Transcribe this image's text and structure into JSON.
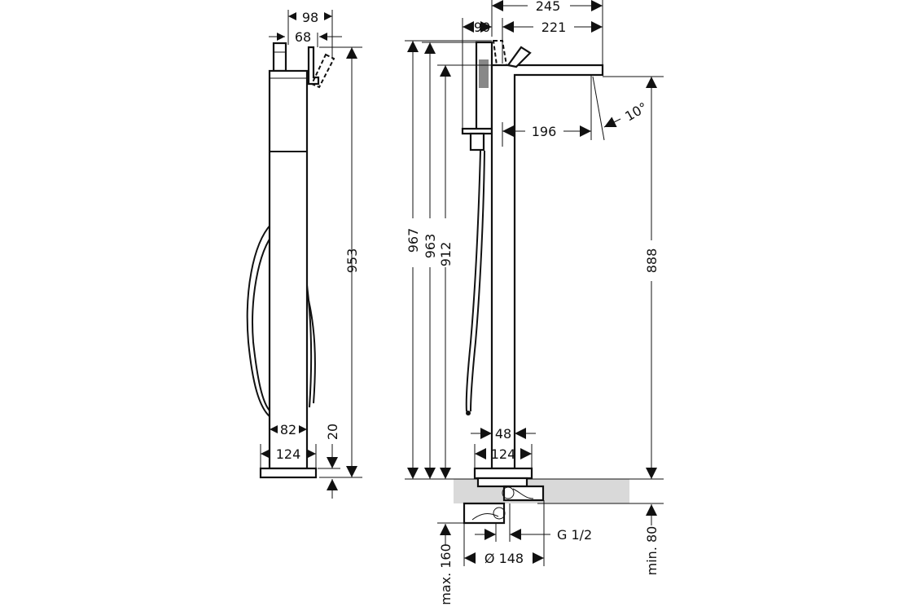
{
  "drawing": {
    "side_view": {
      "dimensions": {
        "lever_reach_outer": "98",
        "lever_reach_inner": "68",
        "total_height": "953",
        "base_height": "20",
        "column_width": "82",
        "base_width": "124"
      }
    },
    "front_view": {
      "dimensions": {
        "spout_total": "245",
        "spout_reach": "221",
        "handshower_offset": "90",
        "spout_inner": "196",
        "spout_angle": "10°",
        "height_967": "967",
        "height_963": "963",
        "height_912": "912",
        "spout_height": "888",
        "column_width": "48",
        "base_width": "124",
        "connection_thread": "G 1/2",
        "flange_diameter": "Ø 148",
        "max_depth": "max. 160",
        "min_depth": "min. 80"
      },
      "floor_color": "#d9d9d9"
    }
  }
}
